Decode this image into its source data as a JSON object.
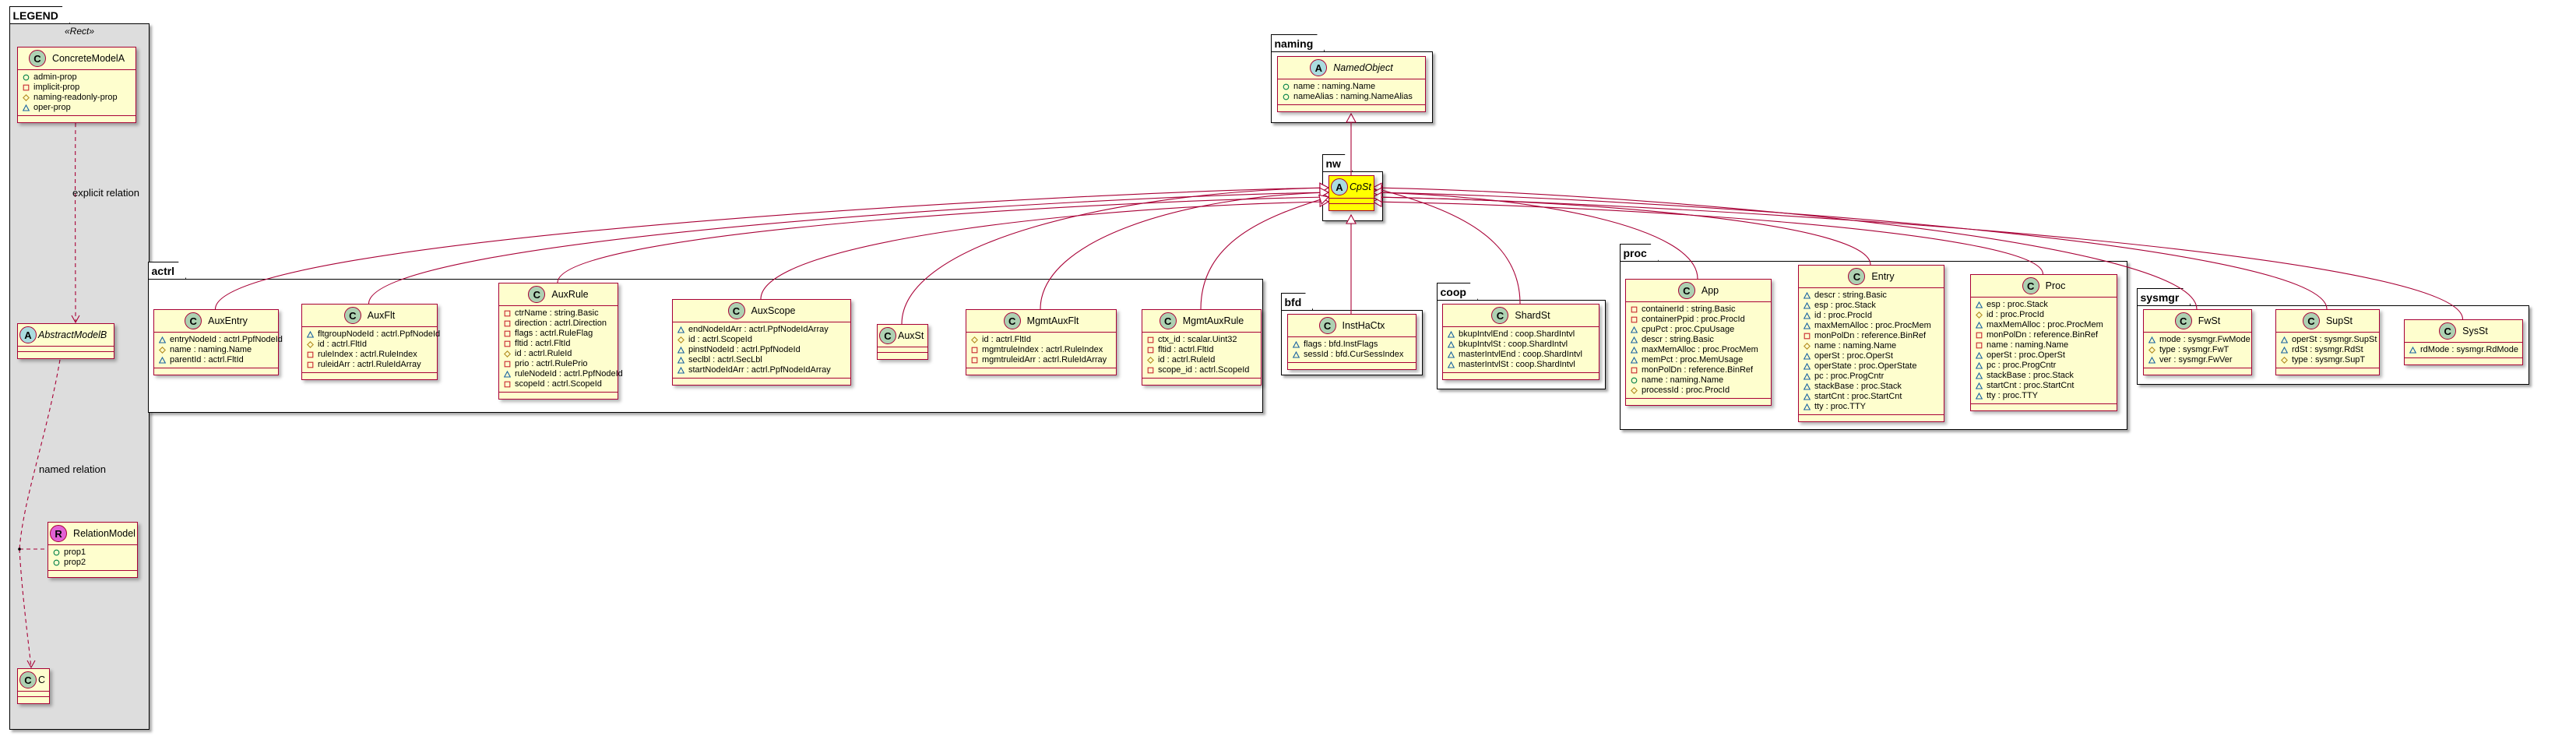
{
  "colors": {
    "class_fill": "#FEFECE",
    "class_border": "#A80036",
    "highlight_fill": "#FFFF00",
    "legend_fill": "#DDDDDD",
    "circle_class": "#ADD1B2",
    "circle_abstract": "#A9DCDF",
    "circle_relation": "#E162D4",
    "public": "#038048",
    "private": "#C82930",
    "protected": "#B38D22",
    "package": "#1963A0"
  },
  "legend": {
    "title": "LEGEND",
    "stereotype": "«Rect»",
    "explicit_label": "explicit relation",
    "named_label": "named relation",
    "classes": [
      {
        "name": "ConcreteModelA",
        "kind": "C",
        "attributes": [
          {
            "vis": "public",
            "text": "admin-prop"
          },
          {
            "vis": "private",
            "text": "implicit-prop"
          },
          {
            "vis": "protected",
            "text": "naming-readonly-prop"
          },
          {
            "vis": "package",
            "text": "oper-prop"
          }
        ]
      },
      {
        "name": "AbstractModelB",
        "kind": "A",
        "attributes": []
      },
      {
        "name": "RelationModel",
        "kind": "R",
        "attributes": [
          {
            "vis": "public",
            "text": "prop1"
          },
          {
            "vis": "public",
            "text": "prop2"
          }
        ]
      },
      {
        "name": "C",
        "kind": "C",
        "attributes": []
      }
    ]
  },
  "packages": [
    {
      "name": "naming",
      "classes": [
        {
          "name": "NamedObject",
          "kind": "A",
          "attributes": [
            {
              "vis": "public",
              "text": "name : naming.Name"
            },
            {
              "vis": "public",
              "text": "nameAlias : naming.NameAlias"
            }
          ]
        }
      ]
    },
    {
      "name": "nw",
      "classes": [
        {
          "name": "CpSt",
          "kind": "A",
          "highlight": true,
          "attributes": []
        }
      ]
    },
    {
      "name": "actrl",
      "classes": [
        {
          "name": "AuxEntry",
          "kind": "C",
          "attributes": [
            {
              "vis": "package",
              "text": "entryNodeId : actrl.PpfNodeId"
            },
            {
              "vis": "protected",
              "text": "name : naming.Name"
            },
            {
              "vis": "package",
              "text": "parentId : actrl.FltId"
            }
          ]
        },
        {
          "name": "AuxFlt",
          "kind": "C",
          "attributes": [
            {
              "vis": "package",
              "text": "fltgroupNodeId : actrl.PpfNodeId"
            },
            {
              "vis": "protected",
              "text": "id : actrl.FltId"
            },
            {
              "vis": "private",
              "text": "ruleIndex : actrl.RuleIndex"
            },
            {
              "vis": "private",
              "text": "ruleidArr : actrl.RuleIdArray"
            }
          ]
        },
        {
          "name": "AuxRule",
          "kind": "C",
          "attributes": [
            {
              "vis": "private",
              "text": "ctrName : string.Basic"
            },
            {
              "vis": "private",
              "text": "direction : actrl.Direction"
            },
            {
              "vis": "private",
              "text": "flags : actrl.RuleFlag"
            },
            {
              "vis": "private",
              "text": "fltid : actrl.FltId"
            },
            {
              "vis": "protected",
              "text": "id : actrl.RuleId"
            },
            {
              "vis": "private",
              "text": "prio : actrl.RulePrio"
            },
            {
              "vis": "package",
              "text": "ruleNodeId : actrl.PpfNodeId"
            },
            {
              "vis": "private",
              "text": "scopeId : actrl.ScopeId"
            }
          ]
        },
        {
          "name": "AuxScope",
          "kind": "C",
          "attributes": [
            {
              "vis": "package",
              "text": "endNodeIdArr : actrl.PpfNodeIdArray"
            },
            {
              "vis": "protected",
              "text": "id : actrl.ScopeId"
            },
            {
              "vis": "package",
              "text": "pinstNodeId : actrl.PpfNodeId"
            },
            {
              "vis": "package",
              "text": "seclbl : actrl.SecLbl"
            },
            {
              "vis": "package",
              "text": "startNodeIdArr : actrl.PpfNodeIdArray"
            }
          ]
        },
        {
          "name": "AuxSt",
          "kind": "C",
          "attributes": []
        },
        {
          "name": "MgmtAuxFlt",
          "kind": "C",
          "attributes": [
            {
              "vis": "protected",
              "text": "id : actrl.FltId"
            },
            {
              "vis": "private",
              "text": "mgmtruleIndex : actrl.RuleIndex"
            },
            {
              "vis": "private",
              "text": "mgmtruleidArr : actrl.RuleIdArray"
            }
          ]
        },
        {
          "name": "MgmtAuxRule",
          "kind": "C",
          "attributes": [
            {
              "vis": "private",
              "text": "ctx_id : scalar.Uint32"
            },
            {
              "vis": "private",
              "text": "fltid : actrl.FltId"
            },
            {
              "vis": "protected",
              "text": "id : actrl.RuleId"
            },
            {
              "vis": "private",
              "text": "scope_id : actrl.ScopeId"
            }
          ]
        }
      ]
    },
    {
      "name": "bfd",
      "classes": [
        {
          "name": "InstHaCtx",
          "kind": "C",
          "attributes": [
            {
              "vis": "package",
              "text": "flags : bfd.InstFlags"
            },
            {
              "vis": "package",
              "text": "sessId : bfd.CurSessIndex"
            }
          ]
        }
      ]
    },
    {
      "name": "coop",
      "classes": [
        {
          "name": "ShardSt",
          "kind": "C",
          "attributes": [
            {
              "vis": "package",
              "text": "bkupIntvlEnd : coop.ShardIntvl"
            },
            {
              "vis": "package",
              "text": "bkupIntvlSt : coop.ShardIntvl"
            },
            {
              "vis": "package",
              "text": "masterIntvlEnd : coop.ShardIntvl"
            },
            {
              "vis": "package",
              "text": "masterIntvlSt : coop.ShardIntvl"
            }
          ]
        }
      ]
    },
    {
      "name": "proc",
      "classes": [
        {
          "name": "App",
          "kind": "C",
          "attributes": [
            {
              "vis": "private",
              "text": "containerId : string.Basic"
            },
            {
              "vis": "private",
              "text": "containerPpid : proc.ProcId"
            },
            {
              "vis": "package",
              "text": "cpuPct : proc.CpuUsage"
            },
            {
              "vis": "package",
              "text": "descr : string.Basic"
            },
            {
              "vis": "package",
              "text": "maxMemAlloc : proc.ProcMem"
            },
            {
              "vis": "package",
              "text": "memPct : proc.MemUsage"
            },
            {
              "vis": "private",
              "text": "monPolDn : reference.BinRef"
            },
            {
              "vis": "public",
              "text": "name : naming.Name"
            },
            {
              "vis": "protected",
              "text": "processId : proc.ProcId"
            }
          ]
        },
        {
          "name": "Entry",
          "kind": "C",
          "attributes": [
            {
              "vis": "package",
              "text": "descr : string.Basic"
            },
            {
              "vis": "package",
              "text": "esp : proc.Stack"
            },
            {
              "vis": "package",
              "text": "id : proc.ProcId"
            },
            {
              "vis": "package",
              "text": "maxMemAlloc : proc.ProcMem"
            },
            {
              "vis": "private",
              "text": "monPolDn : reference.BinRef"
            },
            {
              "vis": "protected",
              "text": "name : naming.Name"
            },
            {
              "vis": "package",
              "text": "operSt : proc.OperSt"
            },
            {
              "vis": "package",
              "text": "operState : proc.OperState"
            },
            {
              "vis": "package",
              "text": "pc : proc.ProgCntr"
            },
            {
              "vis": "package",
              "text": "stackBase : proc.Stack"
            },
            {
              "vis": "package",
              "text": "startCnt : proc.StartCnt"
            },
            {
              "vis": "package",
              "text": "tty : proc.TTY"
            }
          ]
        },
        {
          "name": "Proc",
          "kind": "C",
          "attributes": [
            {
              "vis": "package",
              "text": "esp : proc.Stack"
            },
            {
              "vis": "protected",
              "text": "id : proc.ProcId"
            },
            {
              "vis": "package",
              "text": "maxMemAlloc : proc.ProcMem"
            },
            {
              "vis": "private",
              "text": "monPolDn : reference.BinRef"
            },
            {
              "vis": "private",
              "text": "name : naming.Name"
            },
            {
              "vis": "package",
              "text": "operSt : proc.OperSt"
            },
            {
              "vis": "package",
              "text": "pc : proc.ProgCntr"
            },
            {
              "vis": "package",
              "text": "stackBase : proc.Stack"
            },
            {
              "vis": "package",
              "text": "startCnt : proc.StartCnt"
            },
            {
              "vis": "package",
              "text": "tty : proc.TTY"
            }
          ]
        }
      ]
    },
    {
      "name": "sysmgr",
      "classes": [
        {
          "name": "FwSt",
          "kind": "C",
          "attributes": [
            {
              "vis": "package",
              "text": "mode : sysmgr.FwMode"
            },
            {
              "vis": "protected",
              "text": "type : sysmgr.FwT"
            },
            {
              "vis": "package",
              "text": "ver : sysmgr.FwVer"
            }
          ]
        },
        {
          "name": "SupSt",
          "kind": "C",
          "attributes": [
            {
              "vis": "package",
              "text": "operSt : sysmgr.SupSt"
            },
            {
              "vis": "package",
              "text": "rdSt : sysmgr.RdSt"
            },
            {
              "vis": "protected",
              "text": "type : sysmgr.SupT"
            }
          ]
        },
        {
          "name": "SysSt",
          "kind": "C",
          "attributes": [
            {
              "vis": "package",
              "text": "rdMode : sysmgr.RdMode"
            }
          ]
        }
      ]
    }
  ]
}
